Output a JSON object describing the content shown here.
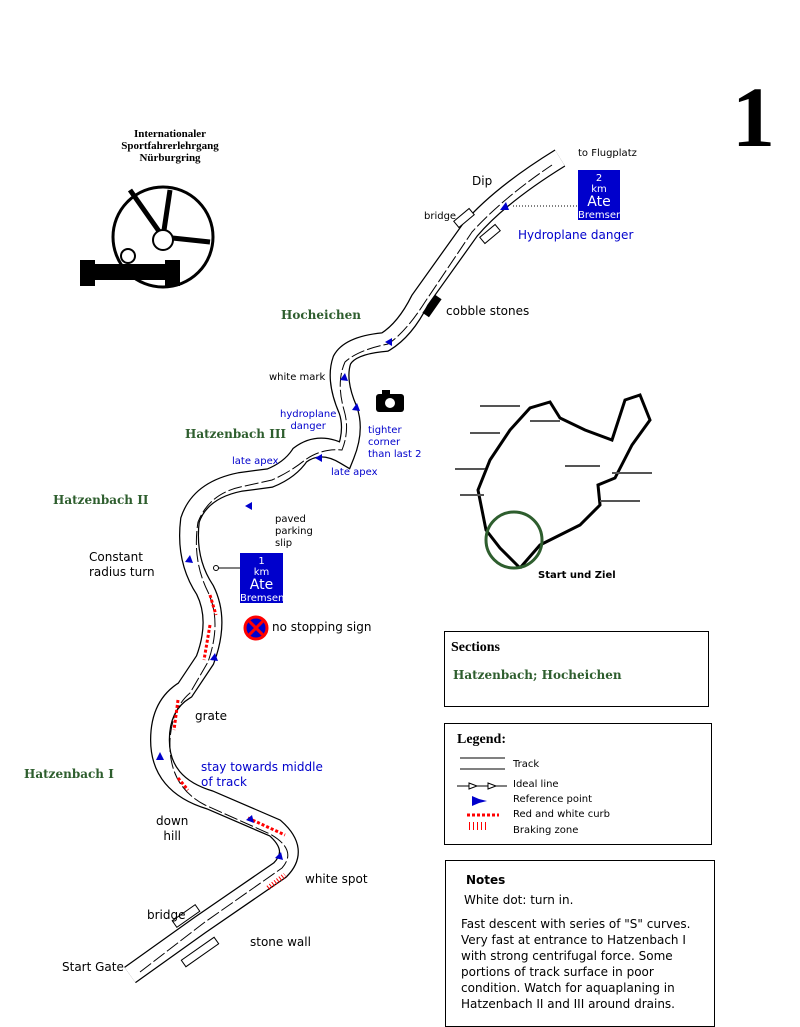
{
  "page_number": "1",
  "logo": {
    "lines": [
      "Internationaler",
      "Sportfahrerlehrgang",
      "Nürburgring"
    ]
  },
  "labels": {
    "to_flugplatz": "to Flugplatz",
    "dip": "Dip",
    "bridge_top": "bridge",
    "hydroplane_danger": "Hydroplane danger",
    "cobble_stones": "cobble stones",
    "hocheichen": "Hocheichen",
    "white_mark": "white mark",
    "hydroplane_danger_small": [
      "hydroplane",
      "danger"
    ],
    "tighter_corner": [
      "tighter",
      "corner",
      "than last 2"
    ],
    "hatzenbach_iii": "Hatzenbach III",
    "late_apex_1": "late apex",
    "late_apex_2": "late apex",
    "hatzenbach_ii": "Hatzenbach II",
    "paved_parking_slip": [
      "paved",
      "parking",
      "slip"
    ],
    "constant_radius": [
      "Constant",
      "radius turn"
    ],
    "no_stopping_sign": "no stopping sign",
    "grate": "grate",
    "stay_middle": [
      "stay towards middle",
      "of track"
    ],
    "hatzenbach_i": "Hatzenbach I",
    "down_hill": [
      "down",
      "hill"
    ],
    "white_spot": "white spot",
    "bridge_bottom": "bridge",
    "stone_wall": "stone wall",
    "start_gate": "Start Gate",
    "start_und_ziel": "Start und Ziel"
  },
  "ate_signs": [
    {
      "distance": "2",
      "unit": "km",
      "brand": "Ate",
      "sub": "Bremsen"
    },
    {
      "distance": "1",
      "unit": "km",
      "brand": "Ate",
      "sub": "Bremsen"
    }
  ],
  "sections": {
    "title": "Sections",
    "value": "Hatzenbach; Hocheichen"
  },
  "legend": {
    "title": "Legend:",
    "items": [
      "Track",
      "Ideal line",
      "Reference point",
      "Red and white curb",
      "Braking zone"
    ]
  },
  "notes": {
    "title": "Notes",
    "white_dot": "White dot: turn in.",
    "body": "Fast descent with series of \"S\" curves. Very fast at entrance to Hatzenbach I with strong centrifugal force. Some portions of track surface in poor condition. Watch for aquaplaning in Hatzenbach II and III around drains."
  },
  "colors": {
    "blue": "#0000cc",
    "red": "#ff0000",
    "green": "#2e5e2e"
  }
}
